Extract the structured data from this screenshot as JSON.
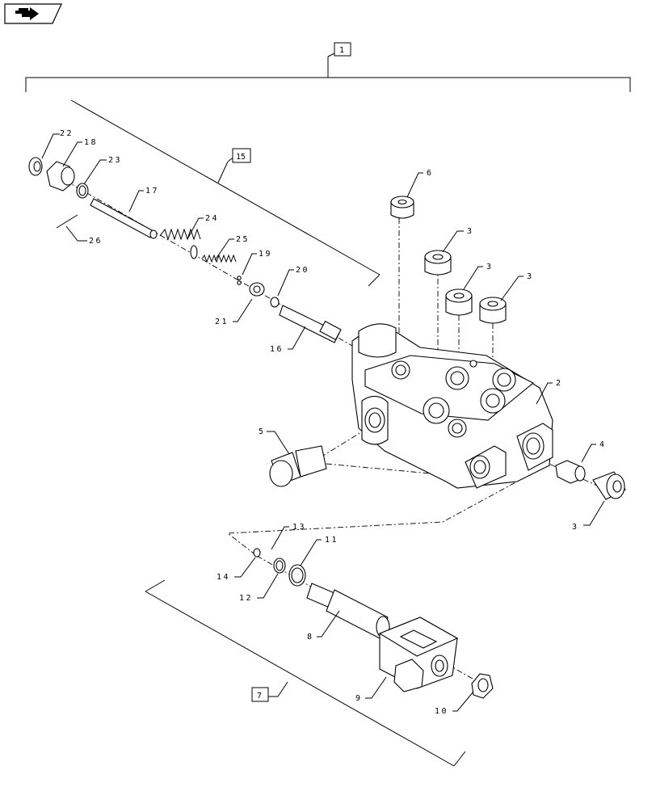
{
  "nav": {
    "icon": "arrow-right-icon"
  },
  "assembly_labels": {
    "main": "1",
    "relief_group": "15",
    "solenoid_group": "7"
  },
  "part_labels": {
    "p22": "22",
    "p18": "18",
    "p23": "23",
    "p17": "17",
    "p26": "26",
    "p24": "24",
    "p25": "25",
    "p19": "19",
    "p20": "20",
    "p21": "21",
    "p16": "16",
    "p6": "6",
    "p3a": "3",
    "p3b": "3",
    "p3c": "3",
    "p2": "2",
    "p4": "4",
    "p3d": "3",
    "p5": "5",
    "p13": "13",
    "p11": "11",
    "p14": "14",
    "p12": "12",
    "p8": "8",
    "p9": "9",
    "p10": "10"
  }
}
